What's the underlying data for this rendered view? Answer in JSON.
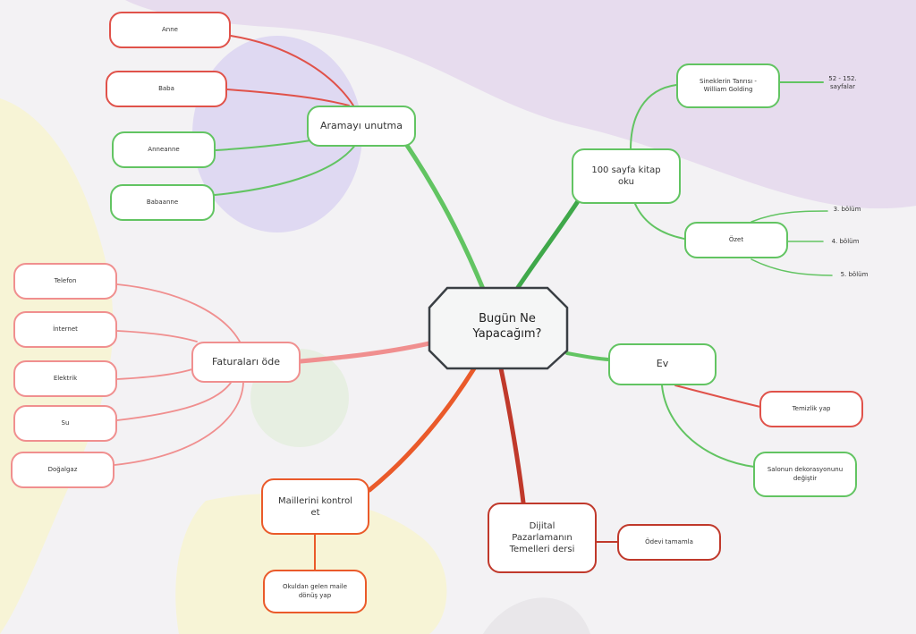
{
  "center": "Bugün Ne Yapacağım?",
  "colors": {
    "red": "#e0524a",
    "pink": "#f08f8f",
    "green": "#62c462",
    "orange": "#ea5a2a",
    "darkred": "#c0392b",
    "hex_border": "#3a3f44"
  },
  "branches": {
    "aramayi": {
      "label": "Aramayı unutma",
      "children": [
        "Anne",
        "Baba",
        "Anneanne",
        "Babaanne"
      ]
    },
    "kitap": {
      "label": "100 sayfa kitap oku",
      "sineklerin": "Sineklerin Tanrısı - William Golding",
      "sineklerin_note": "52 - 152. sayfalar",
      "ozet": "Özet",
      "ozet_items": [
        "3. bölüm",
        "4. bölüm",
        "5. bölüm"
      ]
    },
    "faturalar": {
      "label": "Faturaları öde",
      "children": [
        "Telefon",
        "İnternet",
        "Elektrik",
        "Su",
        "Doğalgaz"
      ]
    },
    "ev": {
      "label": "Ev",
      "children": [
        "Temizlik yap",
        "Salonun dekorasyonunu değiştir"
      ]
    },
    "mailler": {
      "label": "Maillerini kontrol et",
      "children": [
        "Okuldan gelen maile dönüş yap"
      ]
    },
    "dijital": {
      "label": "Dijital Pazarlamanın Temelleri dersi",
      "children": [
        "Ödevi tamamla"
      ]
    }
  }
}
